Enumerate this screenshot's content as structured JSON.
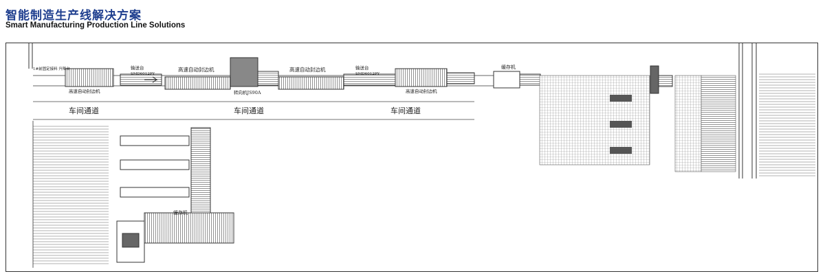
{
  "title": {
    "cn": "智能制造生产线解决方案",
    "en": "Smart Manufacturing Production Line Solutions"
  },
  "labels": {
    "loader": "1#前固定接料\n升降台",
    "conveyor_1": "输送台",
    "conveyor_1_model": "SMD6012PY",
    "edge_bander_a": "高速自动封边机",
    "edge_bander_a_sub": "高速自动封边机",
    "turner": "转向机JS90A",
    "edge_bander_b": "高速自动封边机",
    "conveyor_2": "输送台",
    "conveyor_2_model": "SMD6012PY",
    "edge_bander_c_sub": "高速自动封边机",
    "buffer_top": "缓存机",
    "buffer_bottom": "缓存机"
  },
  "aisles": [
    "车间通道",
    "车间通道",
    "车间通道"
  ],
  "colors": {
    "title_blue": "#1f3f8f",
    "line": "#333333",
    "dark_block": "#555555"
  }
}
